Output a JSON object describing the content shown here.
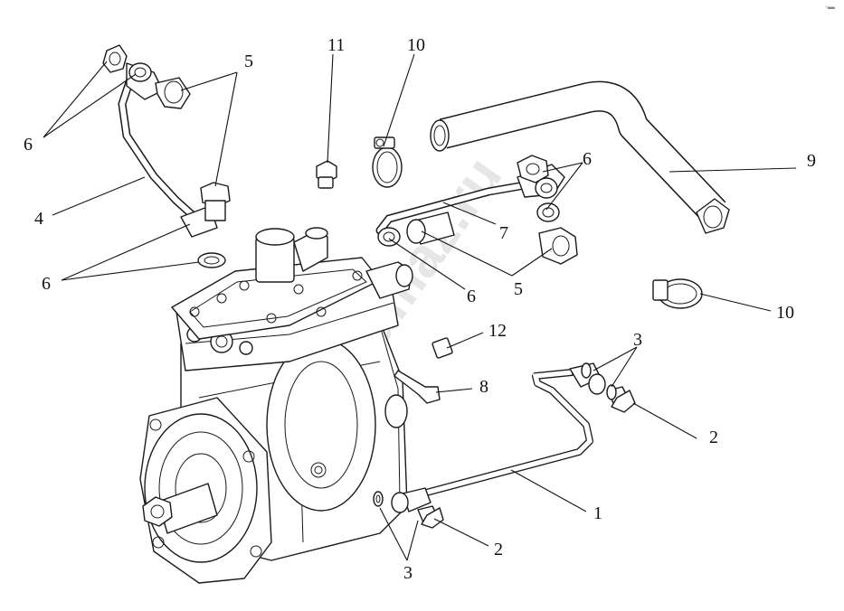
{
  "callouts": {
    "c1": "1",
    "c2a": "2",
    "c2b": "2",
    "c3a": "3",
    "c3b": "3",
    "c4": "4",
    "c5a": "5",
    "c5b": "5",
    "c6a": "6",
    "c6b": "6",
    "c6c": "6",
    "c6d": "6",
    "c7": "7",
    "c8": "8",
    "c9": "9",
    "c10a": "10",
    "c10b": "10",
    "c11": "11",
    "c12": "12"
  },
  "watermark": "Zapp-Kamaz.ru",
  "colors": {
    "line": "#1a1a1a",
    "watermark": "#c9c9c9",
    "background": "#ffffff"
  }
}
